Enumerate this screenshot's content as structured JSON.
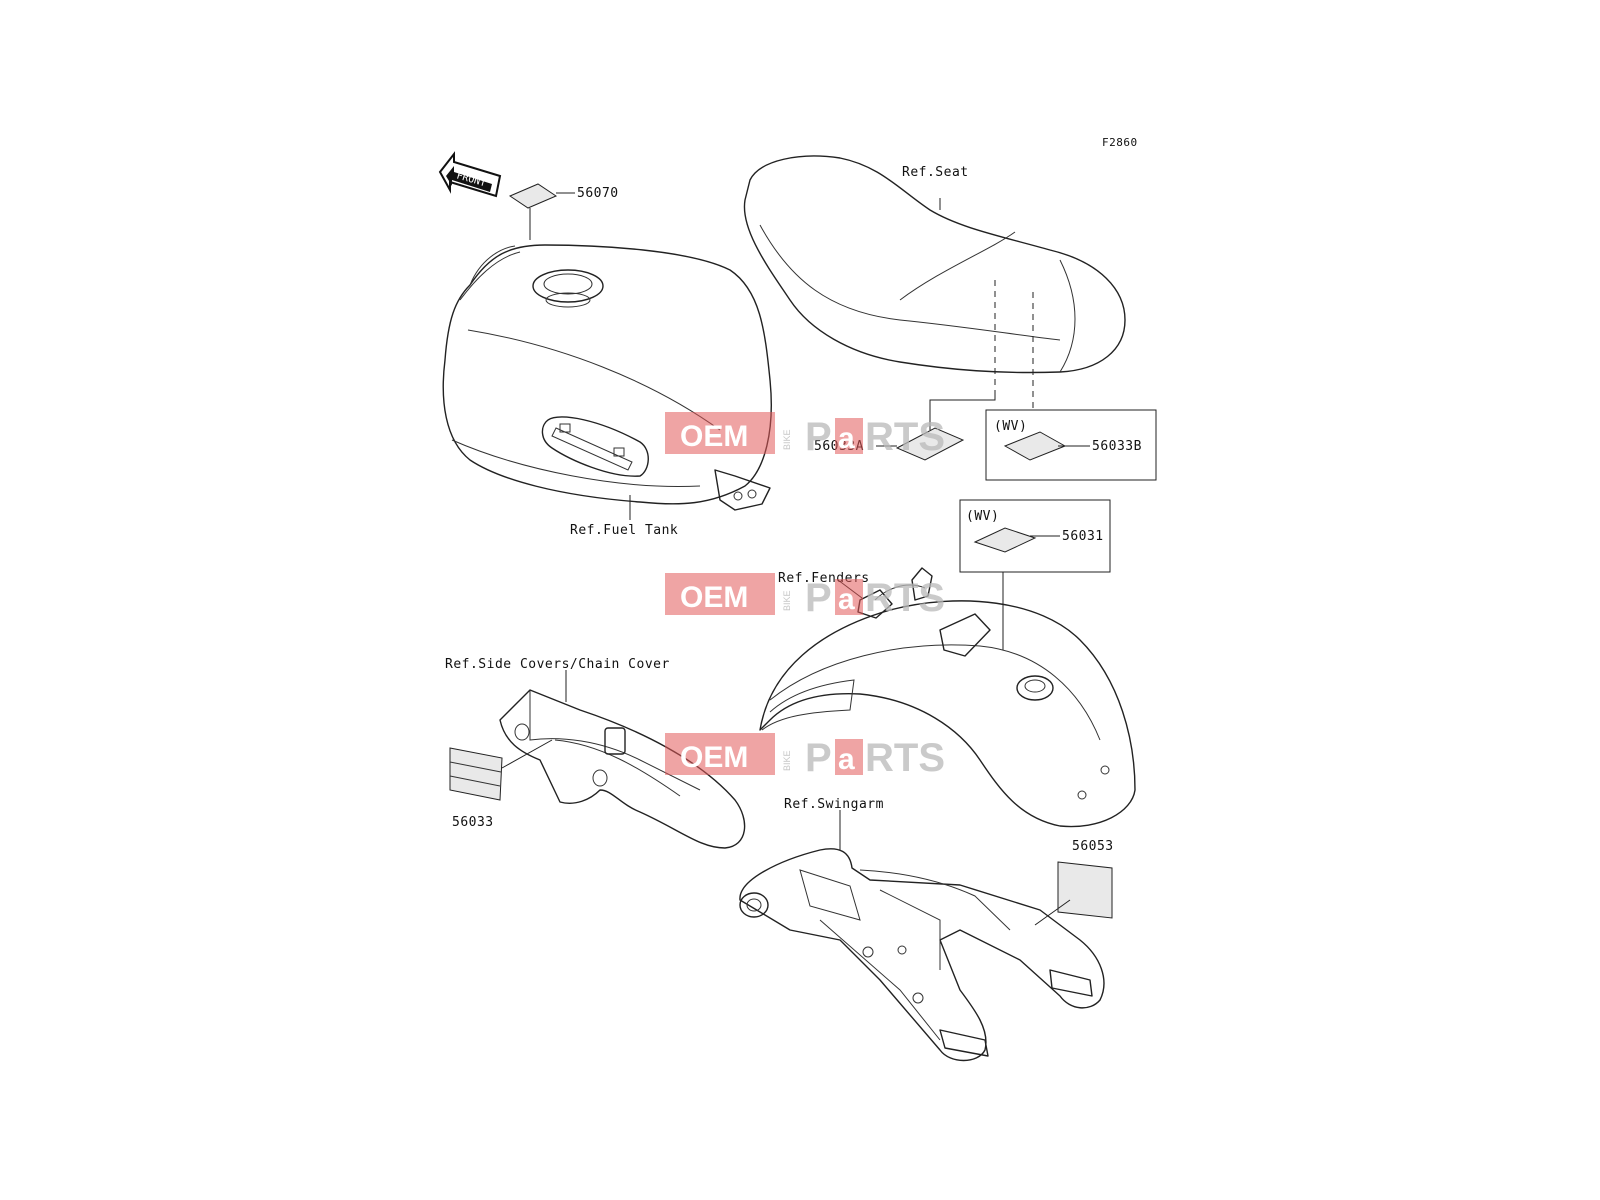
{
  "figure_code": "F2860",
  "arrow_label": "FRONT",
  "watermark": {
    "brand_left": "OEM",
    "brand_vertical": "BIKE",
    "brand_right_1": "P",
    "brand_right_2": "a",
    "brand_right_3": "RTS",
    "accent_color": "#e15a5a"
  },
  "references": {
    "seat": "Ref.Seat",
    "fuel_tank": "Ref.Fuel Tank",
    "fenders": "Ref.Fenders",
    "side_covers": "Ref.Side Covers/Chain Cover",
    "swingarm": "Ref.Swingarm"
  },
  "parts": {
    "p56070": "56070",
    "p56033A": "56033A",
    "p56033B": "56033B",
    "p56031": "56031",
    "p56033": "56033",
    "p56053": "56053"
  },
  "variants": {
    "wv_a": "(WV)",
    "wv_b": "(WV)"
  }
}
